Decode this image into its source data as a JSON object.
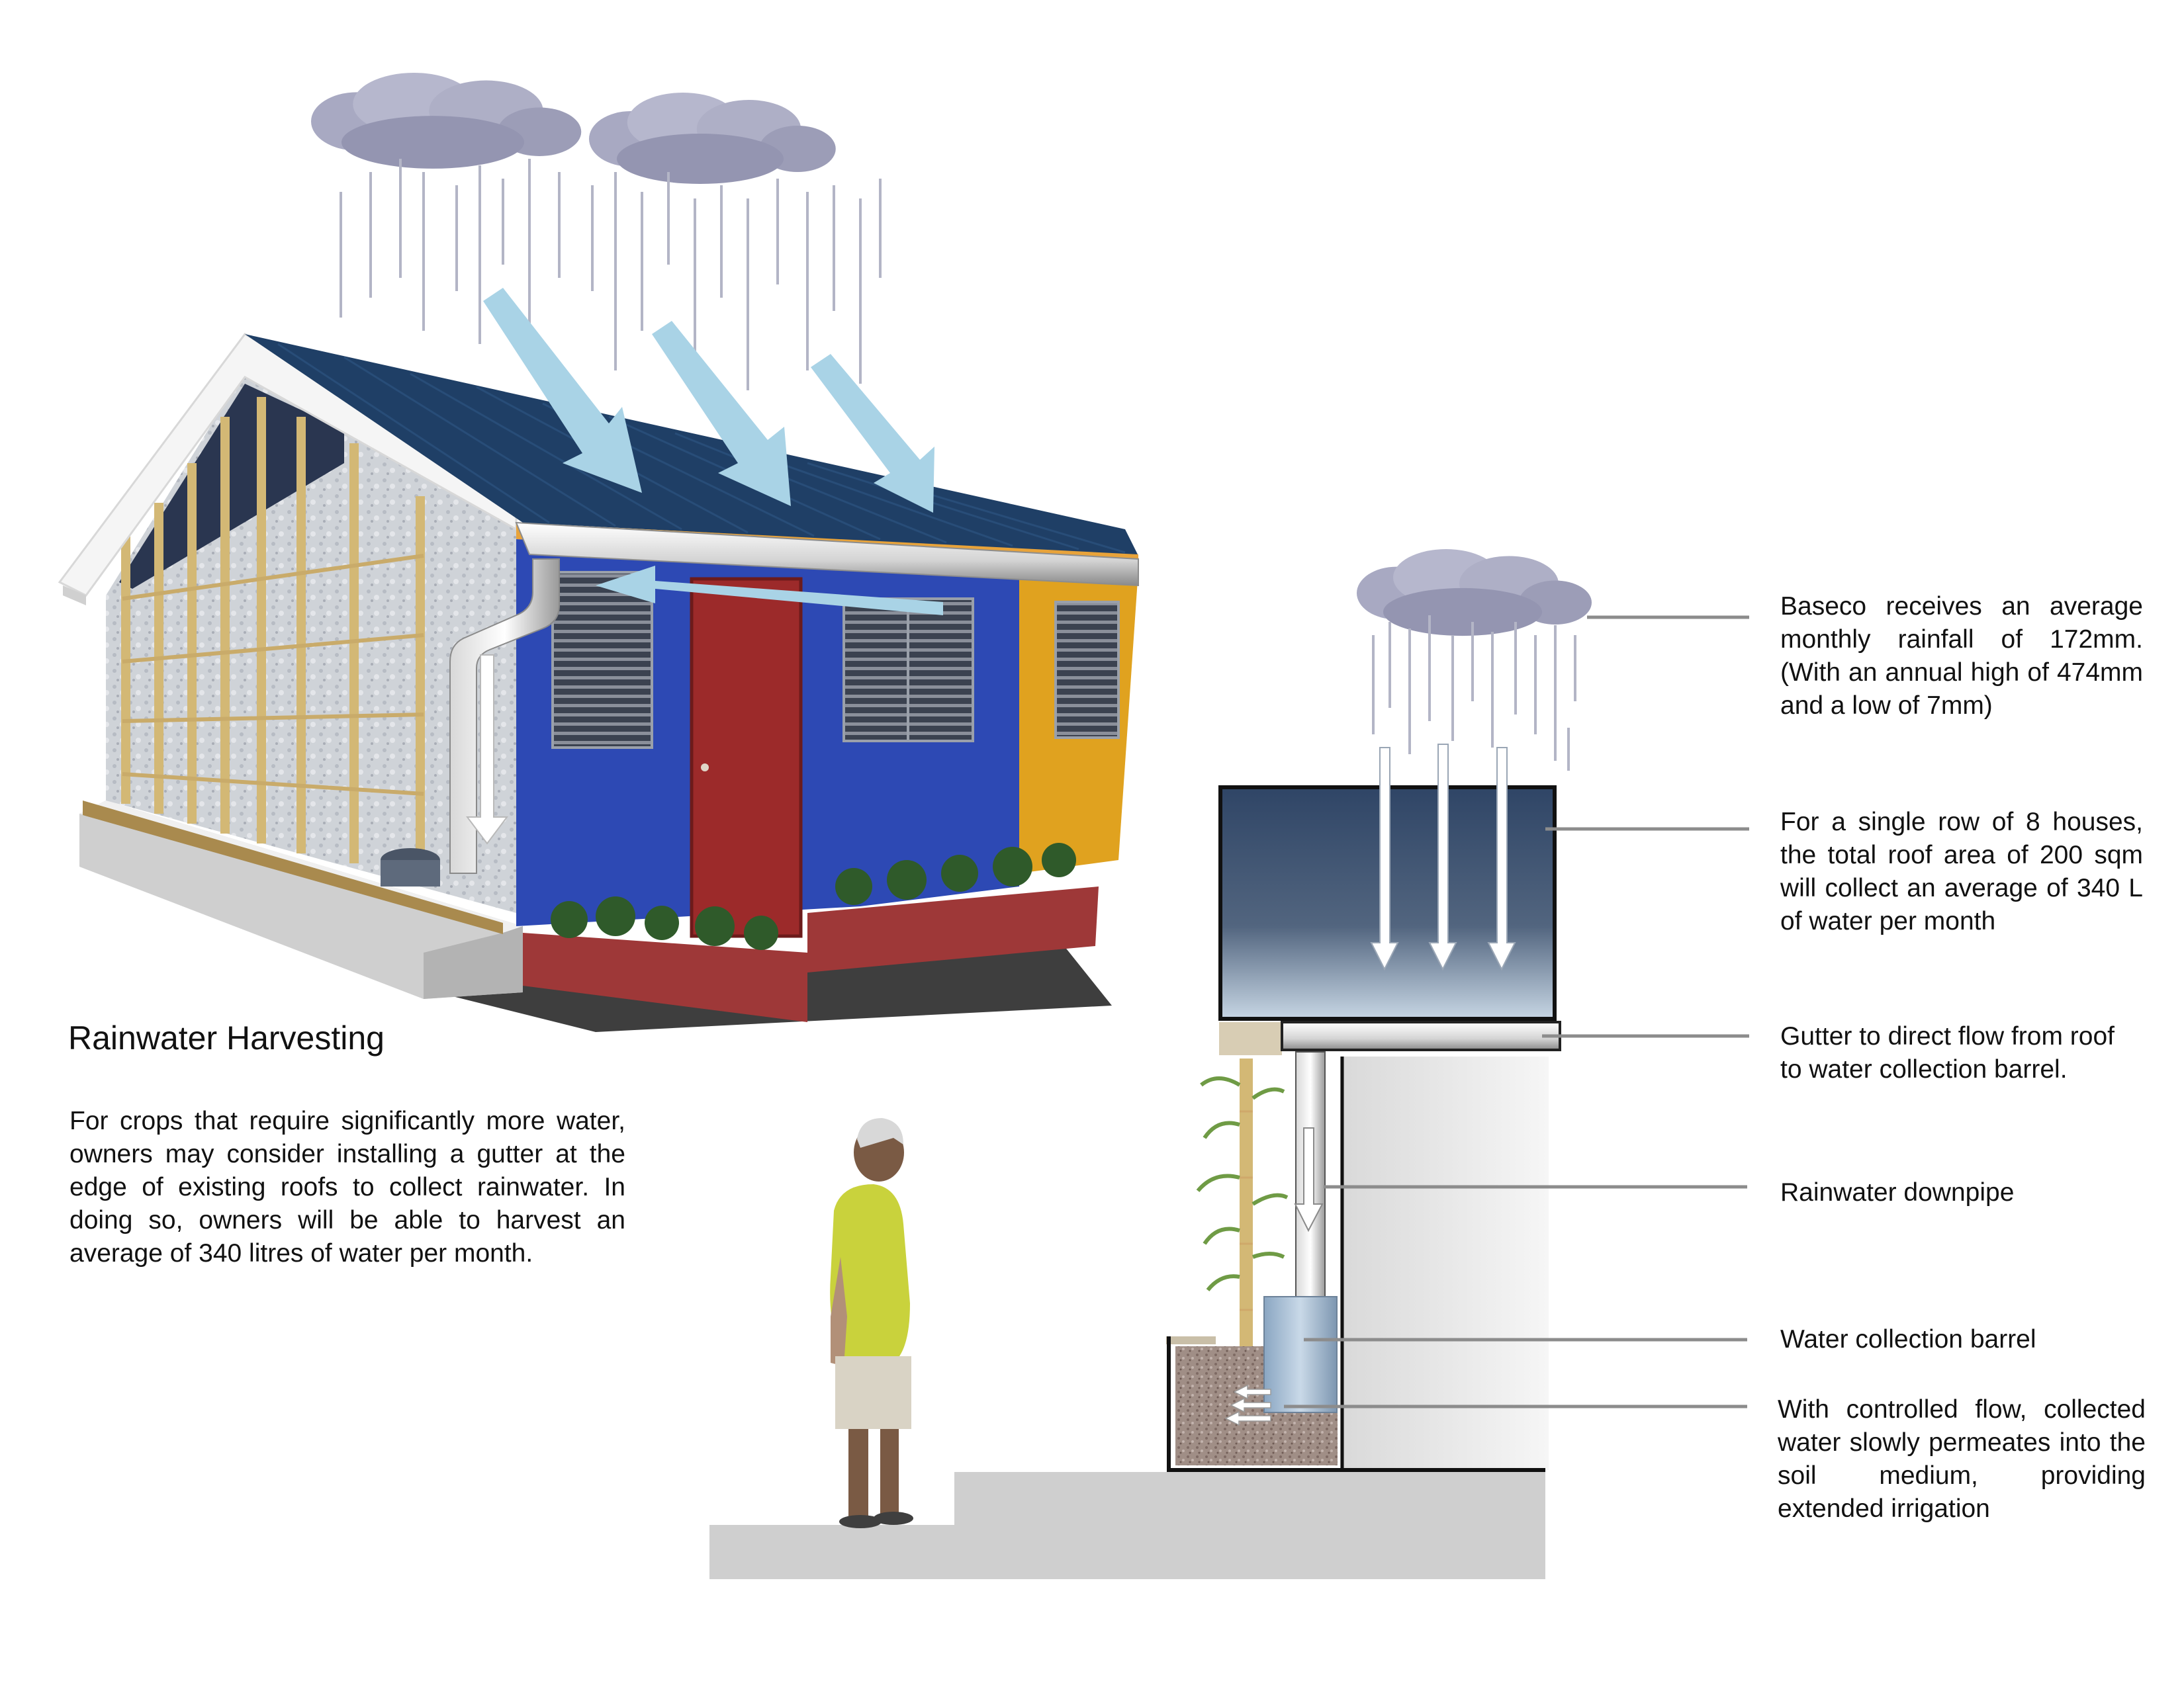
{
  "title": "Rainwater Harvesting",
  "description": "For crops that require significantly more water, owners may consider installing a gutter at the edge of existing roofs to collect rainwater.  In doing so, owners will be able to harvest an average of 340 litres of water per month.",
  "annotations": [
    {
      "id": "rainfall",
      "text": "Baseco receives an average monthly rainfall of 172mm. (With an annual high of 474mm and a low of 7mm)"
    },
    {
      "id": "roof",
      "text": "For a single row of 8 houses, the total roof area of 200 sqm will collect an average of 340 L of water per month"
    },
    {
      "id": "gutter",
      "text": "Gutter to direct flow from roof to water collection barrel."
    },
    {
      "id": "downpipe",
      "text": "Rainwater downpipe"
    },
    {
      "id": "barrel",
      "text": "Water collection barrel"
    },
    {
      "id": "flow",
      "text": "With controlled flow, collected water slowly permeates into the soil medium, providing extended irrigation"
    }
  ],
  "colors": {
    "roof": "#1f3f66",
    "wall_blue": "#2d49b4",
    "door_red": "#9c2a2a",
    "wall_yellow": "#e0a21f",
    "water_arrow": "#a9d3e6",
    "cloud": "#a8a9c2",
    "tank_top": "#2f4566",
    "tank_bottom": "#c7d6e4",
    "leader_line": "#8c8c8c"
  },
  "icons": [
    "cloud-icon",
    "rain-arrow-icon",
    "person-figure"
  ]
}
